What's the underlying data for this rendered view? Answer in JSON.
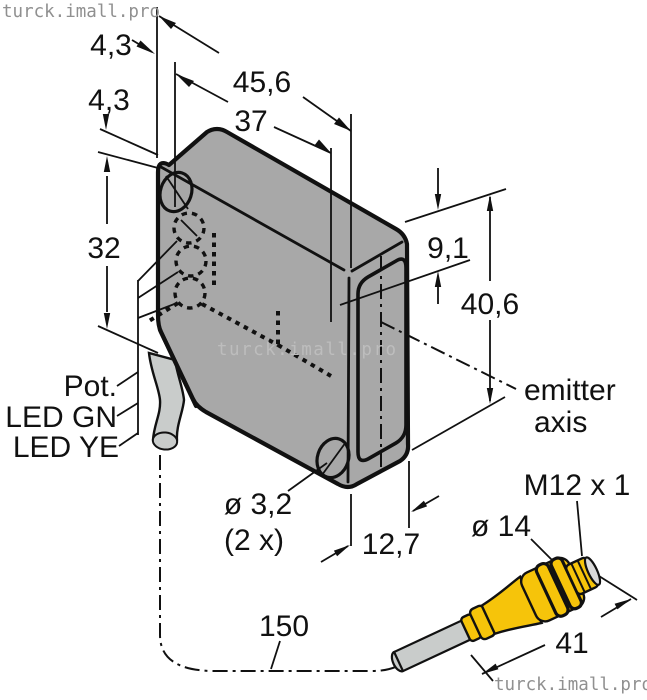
{
  "title": "Sensor dimensional drawing",
  "watermarks": {
    "top_left": "turck.imall.pro",
    "center": "turck.imall.pro",
    "bottom_right": "turck.imall.pro"
  },
  "labels": {
    "dim_43_top": "4,3",
    "dim_43_left": "4,3",
    "dim_456": "45,6",
    "dim_37": "37",
    "dim_32": "32",
    "dim_91": "9,1",
    "dim_406": "40,6",
    "pot": "Pot.",
    "led_gn": "LED GN",
    "led_ye": "LED YE",
    "emitter_line1": "emitter",
    "emitter_line2": "axis",
    "dia_32": "ø 3,2",
    "dia_32_qty": "(2 x)",
    "dim_127": "12,7",
    "m12_thread": "M12 x 1",
    "dia_14": "ø 14",
    "dim_41": "41",
    "dim_150": "150"
  },
  "colors": {
    "background": "#ffffff",
    "line": "#111111",
    "body_gray": "#a8a8a8",
    "cable_gray": "#c9cccb",
    "connector_yellow": "#f6c40a",
    "connector_cap_gray": "#d9d9d9",
    "watermark_gray": "#909090",
    "watermark_light": "#bdbdbd"
  }
}
